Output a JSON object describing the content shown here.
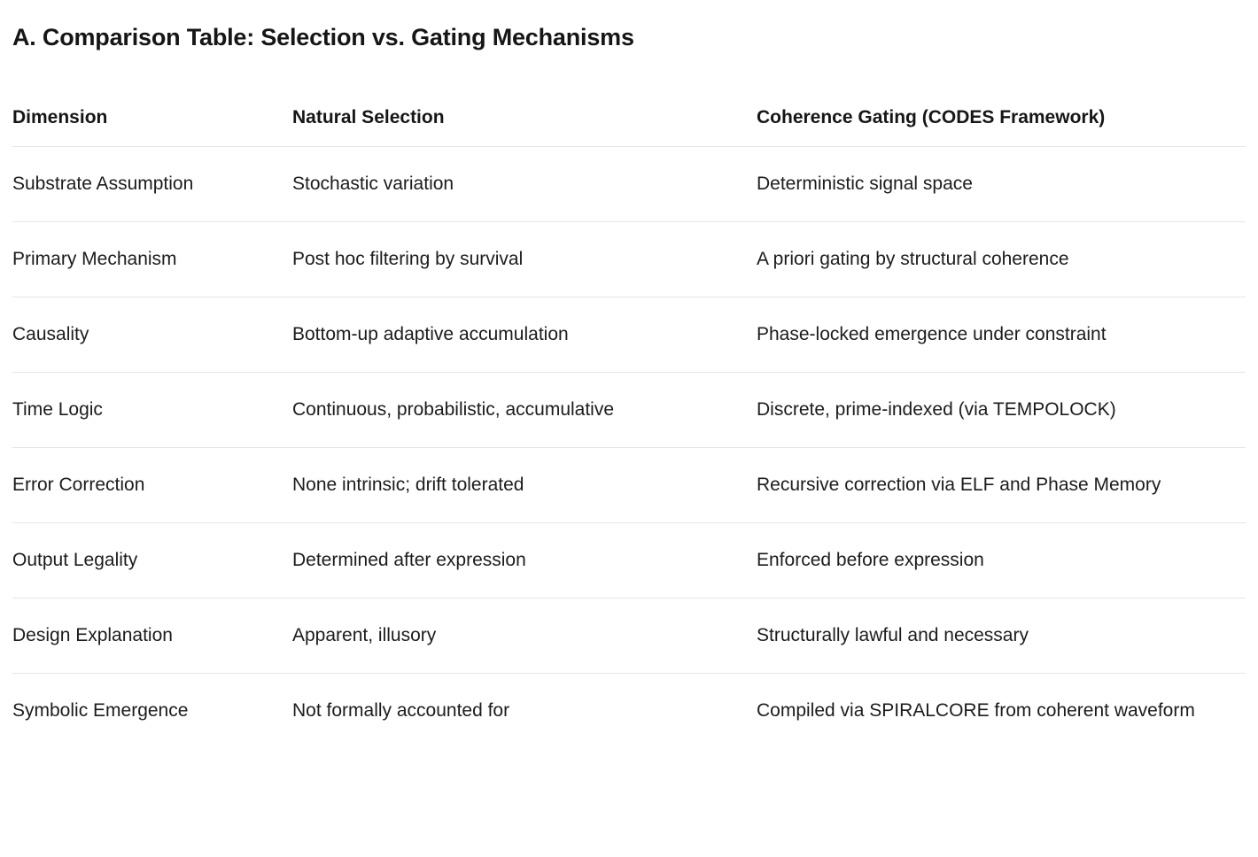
{
  "page": {
    "title": "A. Comparison Table: Selection vs. Gating Mechanisms"
  },
  "colors": {
    "background": "#ffffff",
    "text": "#1c1c1e",
    "heading_text": "#161618",
    "divider": "#e6e6e6"
  },
  "table": {
    "headers": [
      "Dimension",
      "Natural Selection",
      "Coherence Gating (CODES Framework)"
    ],
    "rows": [
      {
        "dimension": "Substrate Assumption",
        "natural_selection": "Stochastic variation",
        "coherence_gating": "Deterministic signal space"
      },
      {
        "dimension": "Primary Mechanism",
        "natural_selection": "Post hoc filtering by survival",
        "coherence_gating": "A priori gating by structural coherence"
      },
      {
        "dimension": "Causality",
        "natural_selection": "Bottom-up adaptive accumulation",
        "coherence_gating": "Phase-locked emergence under constraint"
      },
      {
        "dimension": "Time Logic",
        "natural_selection": "Continuous, probabilistic, accumulative",
        "coherence_gating": "Discrete, prime-indexed (via TEMPOLOCK)"
      },
      {
        "dimension": "Error Correction",
        "natural_selection": "None intrinsic; drift tolerated",
        "coherence_gating": "Recursive correction via ELF and Phase Memory"
      },
      {
        "dimension": "Output Legality",
        "natural_selection": "Determined after expression",
        "coherence_gating": "Enforced before expression"
      },
      {
        "dimension": "Design Explanation",
        "natural_selection": "Apparent, illusory",
        "coherence_gating": "Structurally lawful and necessary"
      },
      {
        "dimension": "Symbolic Emergence",
        "natural_selection": "Not formally accounted for",
        "coherence_gating": "Compiled via SPIRALCORE from coherent waveform"
      }
    ]
  }
}
